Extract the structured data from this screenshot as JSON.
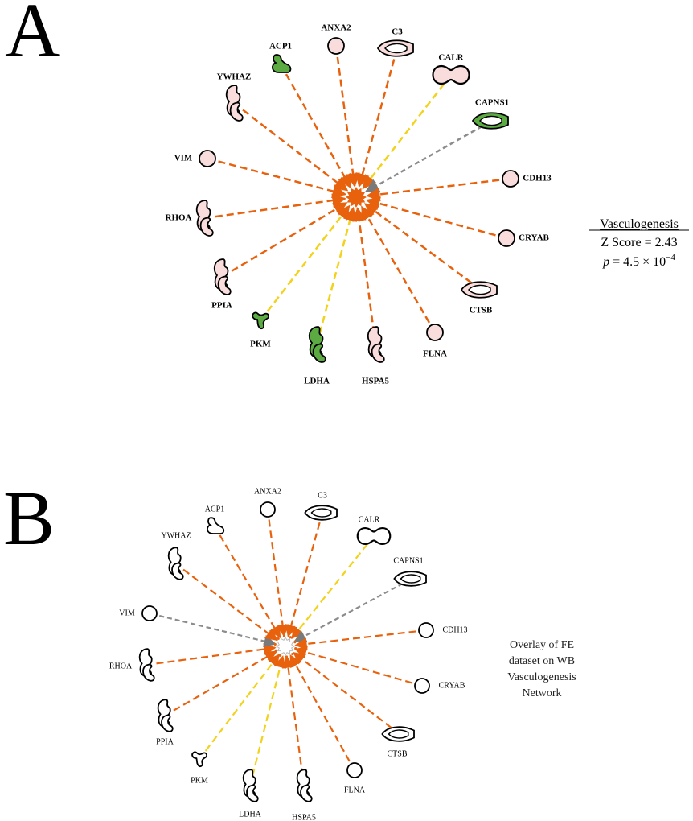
{
  "colors": {
    "orange": "#e8620e",
    "yellow": "#f2d21a",
    "gray": "#8c8c8c",
    "pink_fill": "#f9dcdc",
    "green_fill": "#5bab42",
    "white_fill": "#ffffff"
  },
  "panelA": {
    "letter": "A",
    "caption": {
      "title": "Vasculogenesis",
      "zscore": "Z Score = 2.43",
      "p_italic": "p",
      "p_rest": " = 4.5 × 10",
      "p_exp": "−4"
    },
    "center_color": "orange",
    "nodes": [
      {
        "label": "ANXA2",
        "shape": "circle",
        "fill": "pink",
        "edge": "orange"
      },
      {
        "label": "C3",
        "shape": "cup-h",
        "fill": "pink",
        "edge": "orange"
      },
      {
        "label": "CALR",
        "shape": "peanut",
        "fill": "pink",
        "edge": "yellow"
      },
      {
        "label": "CAPNS1",
        "shape": "cup-h",
        "fill": "green",
        "edge": "gray"
      },
      {
        "label": "CDH13",
        "shape": "circle",
        "fill": "pink",
        "edge": "orange"
      },
      {
        "label": "CRYAB",
        "shape": "circle",
        "fill": "pink",
        "edge": "orange"
      },
      {
        "label": "CTSB",
        "shape": "cup-h",
        "fill": "pink",
        "edge": "orange"
      },
      {
        "label": "FLNA",
        "shape": "circle",
        "fill": "pink",
        "edge": "orange"
      },
      {
        "label": "HSPA5",
        "shape": "chaperone",
        "fill": "pink",
        "edge": "orange"
      },
      {
        "label": "LDHA",
        "shape": "chaperone",
        "fill": "green",
        "edge": "yellow"
      },
      {
        "label": "PKM",
        "shape": "kinase",
        "fill": "green",
        "edge": "yellow"
      },
      {
        "label": "PPIA",
        "shape": "chaperone",
        "fill": "pink",
        "edge": "orange"
      },
      {
        "label": "RHOA",
        "shape": "chaperone",
        "fill": "pink",
        "edge": "orange"
      },
      {
        "label": "VIM",
        "shape": "circle",
        "fill": "pink",
        "edge": "orange"
      },
      {
        "label": "YWHAZ",
        "shape": "chaperone",
        "fill": "pink",
        "edge": "orange"
      },
      {
        "label": "ACP1",
        "shape": "phosphatase",
        "fill": "green",
        "edge": "orange"
      }
    ]
  },
  "panelB": {
    "letter": "B",
    "caption_lines": [
      "Overlay of FE",
      "dataset on WB",
      "Vasculogenesis",
      "Network"
    ],
    "center_color": "white",
    "nodes": [
      {
        "label": "ANXA2",
        "shape": "circle",
        "fill": "white",
        "edge": "orange"
      },
      {
        "label": "C3",
        "shape": "cup-h",
        "fill": "white",
        "edge": "orange"
      },
      {
        "label": "CALR",
        "shape": "peanut",
        "fill": "white",
        "edge": "yellow"
      },
      {
        "label": "CAPNS1",
        "shape": "cup-h",
        "fill": "white",
        "edge": "gray"
      },
      {
        "label": "CDH13",
        "shape": "circle",
        "fill": "white",
        "edge": "orange"
      },
      {
        "label": "CRYAB",
        "shape": "circle",
        "fill": "white",
        "edge": "orange"
      },
      {
        "label": "CTSB",
        "shape": "cup-h",
        "fill": "white",
        "edge": "orange"
      },
      {
        "label": "FLNA",
        "shape": "circle",
        "fill": "white",
        "edge": "orange"
      },
      {
        "label": "HSPA5",
        "shape": "chaperone",
        "fill": "white",
        "edge": "orange"
      },
      {
        "label": "LDHA",
        "shape": "chaperone",
        "fill": "white",
        "edge": "yellow"
      },
      {
        "label": "PKM",
        "shape": "kinase",
        "fill": "white",
        "edge": "yellow"
      },
      {
        "label": "PPIA",
        "shape": "chaperone",
        "fill": "white",
        "edge": "orange"
      },
      {
        "label": "RHOA",
        "shape": "chaperone",
        "fill": "white",
        "edge": "orange"
      },
      {
        "label": "VIM",
        "shape": "circle",
        "fill": "white",
        "edge": "gray"
      },
      {
        "label": "YWHAZ",
        "shape": "chaperone",
        "fill": "white",
        "edge": "orange"
      },
      {
        "label": "ACP1",
        "shape": "phosphatase",
        "fill": "white",
        "edge": "orange"
      }
    ]
  }
}
